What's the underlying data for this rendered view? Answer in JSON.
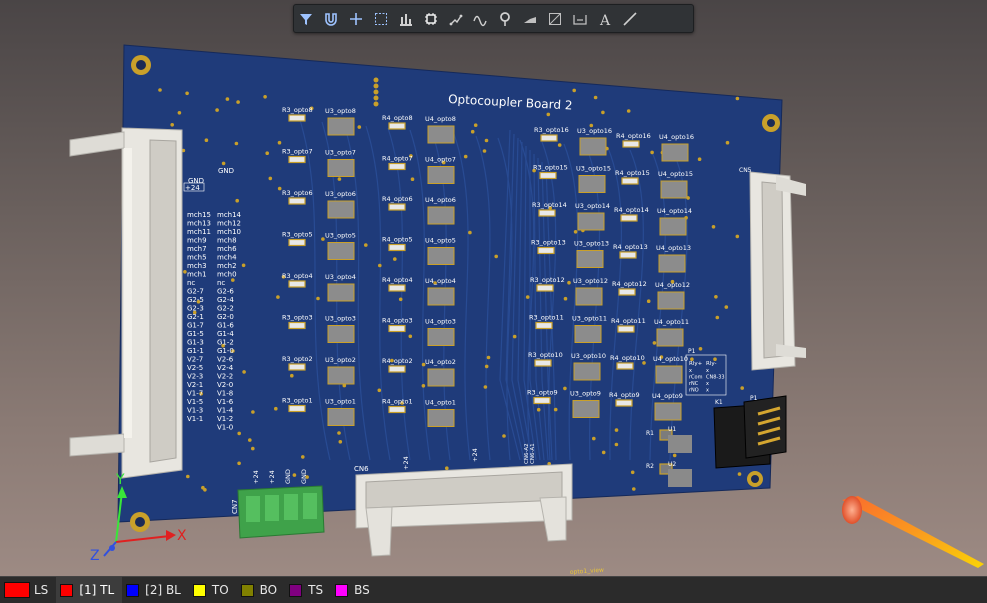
{
  "toolbar": {
    "tools": [
      {
        "name": "filter-icon",
        "active": true
      },
      {
        "name": "snap-magnet-icon",
        "active": false
      },
      {
        "name": "crosshair-icon",
        "active": false
      },
      {
        "name": "select-rect-icon",
        "active": false
      },
      {
        "name": "align-icon",
        "active": false
      },
      {
        "name": "component-icon",
        "active": true
      },
      {
        "name": "route-icon",
        "active": false
      },
      {
        "name": "diff-pair-icon",
        "active": false
      },
      {
        "name": "via-icon",
        "active": false
      },
      {
        "name": "polygon-icon",
        "active": false
      },
      {
        "name": "region-icon",
        "active": false
      },
      {
        "name": "dimension-icon",
        "active": false
      },
      {
        "name": "text-icon",
        "active": false
      },
      {
        "name": "line-icon",
        "active": false
      }
    ],
    "text_glyph": "A"
  },
  "board": {
    "title": "Optocoupler Board 2",
    "left_labels_top": [
      "GND",
      "+24",
      "GND"
    ],
    "left_pins_col1": [
      "mch15",
      "mch13",
      "mch11",
      "mch9",
      "mch7",
      "mch5",
      "mch3",
      "mch1",
      "nc",
      "G2-7",
      "G2-5",
      "G2-3",
      "G2-1",
      "G1-7",
      "G1-5",
      "G1-3",
      "G1-1",
      "V2-7",
      "V2-5",
      "V2-3",
      "V2-1",
      "V1-7",
      "V1-5",
      "V1-3",
      "V1-1"
    ],
    "left_pins_col2": [
      "mch14",
      "mch12",
      "mch10",
      "mch8",
      "mch6",
      "mch4",
      "mch2",
      "mch0",
      "nc",
      "G2-6",
      "G2-4",
      "G2-2",
      "G2-0",
      "G1-6",
      "G1-4",
      "G1-2",
      "G1-0",
      "V2-6",
      "V2-4",
      "V2-2",
      "V2-0",
      "V1-8",
      "V1-6",
      "V1-4",
      "V1-2",
      "V1-0"
    ],
    "col1_labels": [
      [
        "R3_opto8",
        "U3_opto8"
      ],
      [
        "R3_opto7",
        "U3_opto7"
      ],
      [
        "R3_opto6",
        "U3_opto6"
      ],
      [
        "R3_opto5",
        "U3_opto5"
      ],
      [
        "R3_opto4",
        "U3_opto4"
      ],
      [
        "R3_opto3",
        "U3_opto3"
      ],
      [
        "R3_opto2",
        "U3_opto2"
      ],
      [
        "R3_opto1",
        "U3_opto1"
      ]
    ],
    "col2_labels": [
      [
        "R4_opto8",
        "U4_opto8"
      ],
      [
        "R4_opto7",
        "U4_opto7"
      ],
      [
        "R4_opto6",
        "U4_opto6"
      ],
      [
        "R4_opto5",
        "U4_opto5"
      ],
      [
        "R4_opto4",
        "U4_opto4"
      ],
      [
        "R4_opto3",
        "U4_opto3"
      ],
      [
        "R4_opto2",
        "U4_opto2"
      ],
      [
        "R4_opto1",
        "U4_opto1"
      ]
    ],
    "col3_labels": [
      [
        "R3_opto16",
        "U3_opto16"
      ],
      [
        "R3_opto15",
        "U3_opto15"
      ],
      [
        "R3_opto14",
        "U3_opto14"
      ],
      [
        "R3_opto13",
        "U3_opto13"
      ],
      [
        "R3_opto12",
        "U3_opto12"
      ],
      [
        "R3_opto11",
        "U3_opto11"
      ],
      [
        "R3_opto10",
        "U3_opto10"
      ],
      [
        "R3_opto9",
        "U3_opto9"
      ]
    ],
    "col4_labels": [
      [
        "R4_opto16",
        "U4_opto16"
      ],
      [
        "R4_opto15",
        "U4_opto15"
      ],
      [
        "R4_opto14",
        "U4_opto14"
      ],
      [
        "R4_opto13",
        "U4_opto13"
      ],
      [
        "R4_opto12",
        "U4_opto12"
      ],
      [
        "R4_opto11",
        "U4_opto11"
      ],
      [
        "R4_opto10",
        "U4_opto10"
      ],
      [
        "R4_opto9",
        "U4_opto9"
      ]
    ],
    "cn5": "CN5",
    "cn6": "CN6",
    "cn7": "CN7",
    "cn7_pins": [
      "+24",
      "+24",
      "GND",
      "GND"
    ],
    "cn6_pins": [
      "+24",
      "+24"
    ],
    "cn6_a": [
      "CN6-A2",
      "CN6-A1"
    ],
    "k1": "K1",
    "p1": "P1",
    "relay_table": {
      "title": "P1",
      "header": [
        "Rly+",
        "Rly-"
      ],
      "rows": [
        [
          "x",
          "x"
        ],
        [
          "rCom",
          "CN8-33"
        ],
        [
          "rNC",
          "x"
        ],
        [
          "rNO",
          "x"
        ]
      ]
    },
    "r1": "R1",
    "r2": "R2",
    "u1": "U1",
    "u2": "U2",
    "bottom_label": "opto1_view"
  },
  "axes": {
    "x": "X",
    "y": "Y",
    "z": "Z"
  },
  "statusbar": {
    "layers": [
      {
        "label": "LS",
        "color": "#ff0000"
      },
      {
        "label": "[1] TL",
        "color": "#ff0000",
        "active": true
      },
      {
        "label": "[2] BL",
        "color": "#0000ff"
      },
      {
        "label": "TO",
        "color": "#ffff00"
      },
      {
        "label": "BO",
        "color": "#808000"
      },
      {
        "label": "TS",
        "color": "#800080"
      },
      {
        "label": "BS",
        "color": "#ff00ff"
      }
    ]
  },
  "colors": {
    "board": "#1e3a78",
    "pads": "#c9a02a",
    "text": "#ffffff",
    "bg": "#5a5150"
  }
}
